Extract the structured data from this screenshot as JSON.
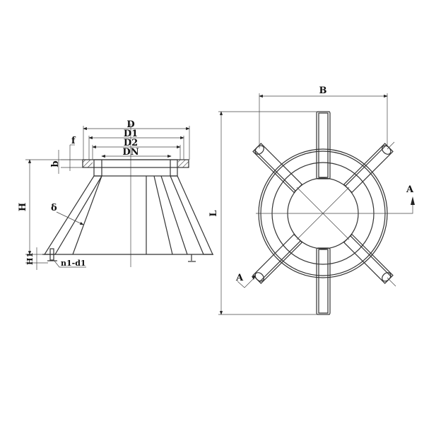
{
  "left_view": {
    "labels": {
      "D": "D",
      "D1": "D1",
      "D2": "D2",
      "DN": "DN",
      "f": "f",
      "b": "b",
      "H": "H",
      "delta": "δ",
      "H1": "H1",
      "n1_d1": "n1-d1"
    }
  },
  "right_view": {
    "labels": {
      "B": "B",
      "L": "L",
      "section_a_right": "A",
      "section_a_left": "A"
    }
  },
  "colors": {
    "line": "#333333",
    "background": "#ffffff"
  }
}
